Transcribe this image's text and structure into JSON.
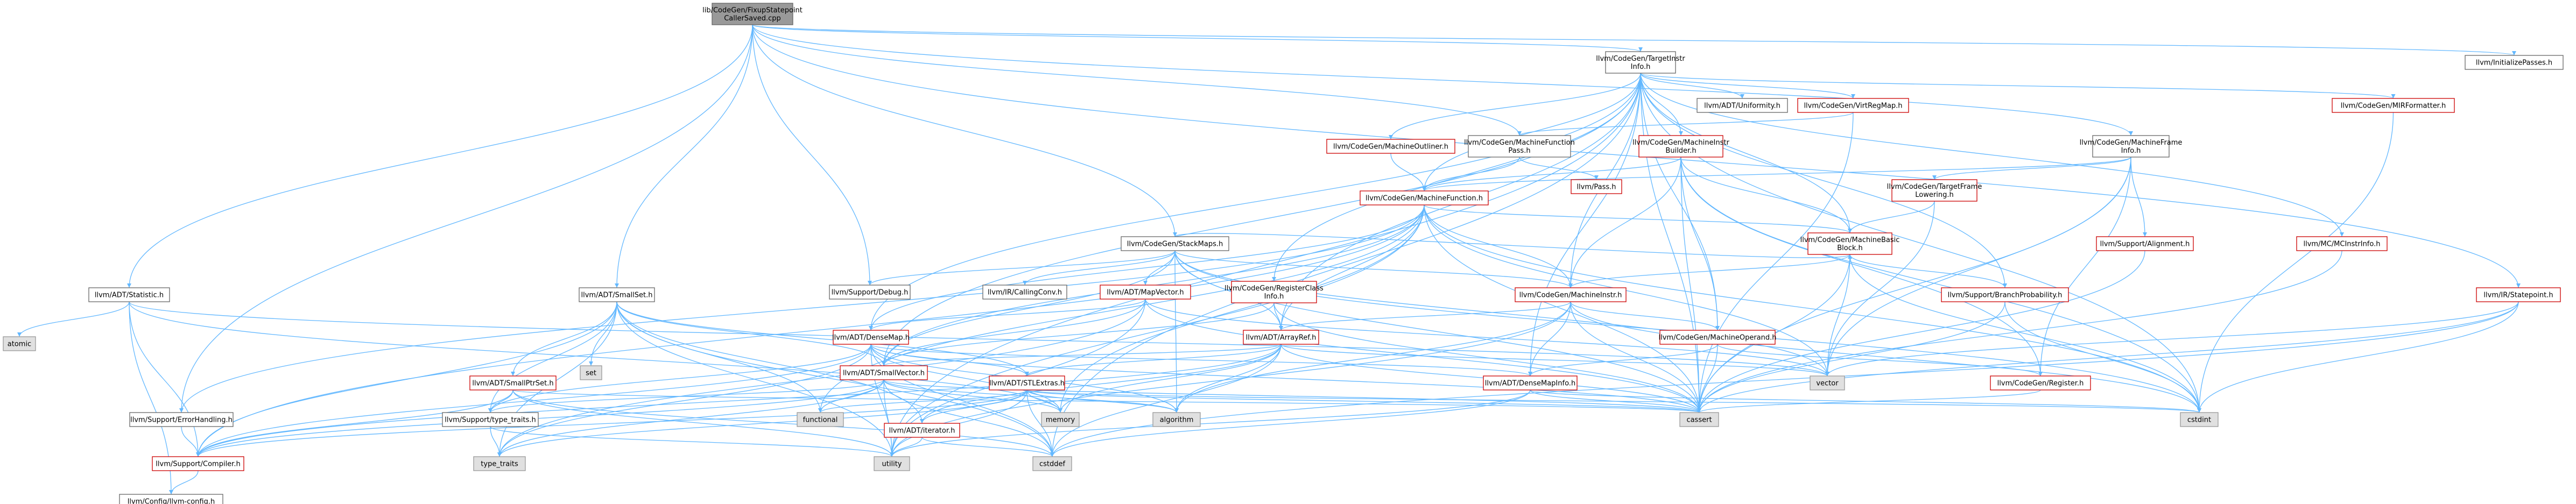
{
  "diagram_title": "",
  "colors": {
    "edge": "#63b8ff",
    "node_border": "#666666",
    "node_border_red": "#cc0000",
    "root_fill": "#999999",
    "system_fill": "#e0e0e0",
    "node_fill": "#ffffff"
  },
  "nodes": {
    "root": [
      "lib/CodeGen/FixupStatepoint",
      "CallerSaved.cpp"
    ],
    "targetinstrinfo": [
      "llvm/CodeGen/TargetInstr",
      "Info.h"
    ],
    "initializepasses": [
      "llvm/InitializePasses.h"
    ],
    "uniformity": [
      "llvm/ADT/Uniformity.h"
    ],
    "virtregmap": [
      "llvm/CodeGen/VirtRegMap.h"
    ],
    "mirformatter": [
      "llvm/CodeGen/MIRFormatter.h"
    ],
    "machineframeinfo": [
      "llvm/CodeGen/MachineFrame",
      "Info.h"
    ],
    "machinefunctionpass": [
      "llvm/CodeGen/MachineFunction",
      "Pass.h"
    ],
    "machineoutliner": [
      "llvm/CodeGen/MachineOutliner.h"
    ],
    "machineinstrbuilder": [
      "llvm/CodeGen/MachineInstr",
      "Builder.h"
    ],
    "passh": [
      "llvm/Pass.h"
    ],
    "machinefunction": [
      "llvm/CodeGen/MachineFunction.h"
    ],
    "targetframelowering": [
      "llvm/CodeGen/TargetFrame",
      "Lowering.h"
    ],
    "mcinstrinfo": [
      "llvm/MC/MCInstrInfo.h"
    ],
    "statepoint": [
      "llvm/IR/Statepoint.h"
    ],
    "statistic": [
      "llvm/ADT/Statistic.h"
    ],
    "stackmaps": [
      "llvm/CodeGen/StackMaps.h"
    ],
    "machinebasicblock": [
      "llvm/CodeGen/MachineBasic",
      "Block.h"
    ],
    "alignment": [
      "llvm/Support/Alignment.h"
    ],
    "debug": [
      "llvm/Support/Debug.h"
    ],
    "callingconv": [
      "llvm/IR/CallingConv.h"
    ],
    "mapvector": [
      "llvm/ADT/MapVector.h"
    ],
    "registerclassinfo": [
      "llvm/CodeGen/RegisterClass",
      "Info.h"
    ],
    "machineinstr": [
      "llvm/CodeGen/MachineInstr.h"
    ],
    "branchprobability": [
      "llvm/Support/BranchProbability.h"
    ],
    "smallset": [
      "llvm/ADT/SmallSet.h"
    ],
    "densemap": [
      "llvm/ADT/DenseMap.h"
    ],
    "arrayref": [
      "llvm/ADT/ArrayRef.h"
    ],
    "machineoperand": [
      "llvm/CodeGen/MachineOperand.h"
    ],
    "atomic": [
      "atomic"
    ],
    "smallptrset": [
      "llvm/ADT/SmallPtrSet.h"
    ],
    "set": [
      "set"
    ],
    "smallvector": [
      "llvm/ADT/SmallVector.h"
    ],
    "stlextras": [
      "llvm/ADT/STLExtras.h"
    ],
    "densemapinfo": [
      "llvm/ADT/DenseMapInfo.h"
    ],
    "vector": [
      "vector"
    ],
    "register": [
      "llvm/CodeGen/Register.h"
    ],
    "errorhandling": [
      "llvm/Support/ErrorHandling.h"
    ],
    "typetraits": [
      "llvm/Support/type_traits.h"
    ],
    "functional": [
      "functional"
    ],
    "iterator": [
      "llvm/ADT/iterator.h"
    ],
    "memory": [
      "memory"
    ],
    "algorithm": [
      "algorithm"
    ],
    "cassert": [
      "cassert"
    ],
    "cstdint": [
      "cstdint"
    ],
    "compiler": [
      "llvm/Support/Compiler.h"
    ],
    "type_traits": [
      "type_traits"
    ],
    "utility": [
      "utility"
    ],
    "cstddef": [
      "cstddef"
    ],
    "llvmconfig": [
      "llvm/Config/llvm-config.h"
    ]
  }
}
